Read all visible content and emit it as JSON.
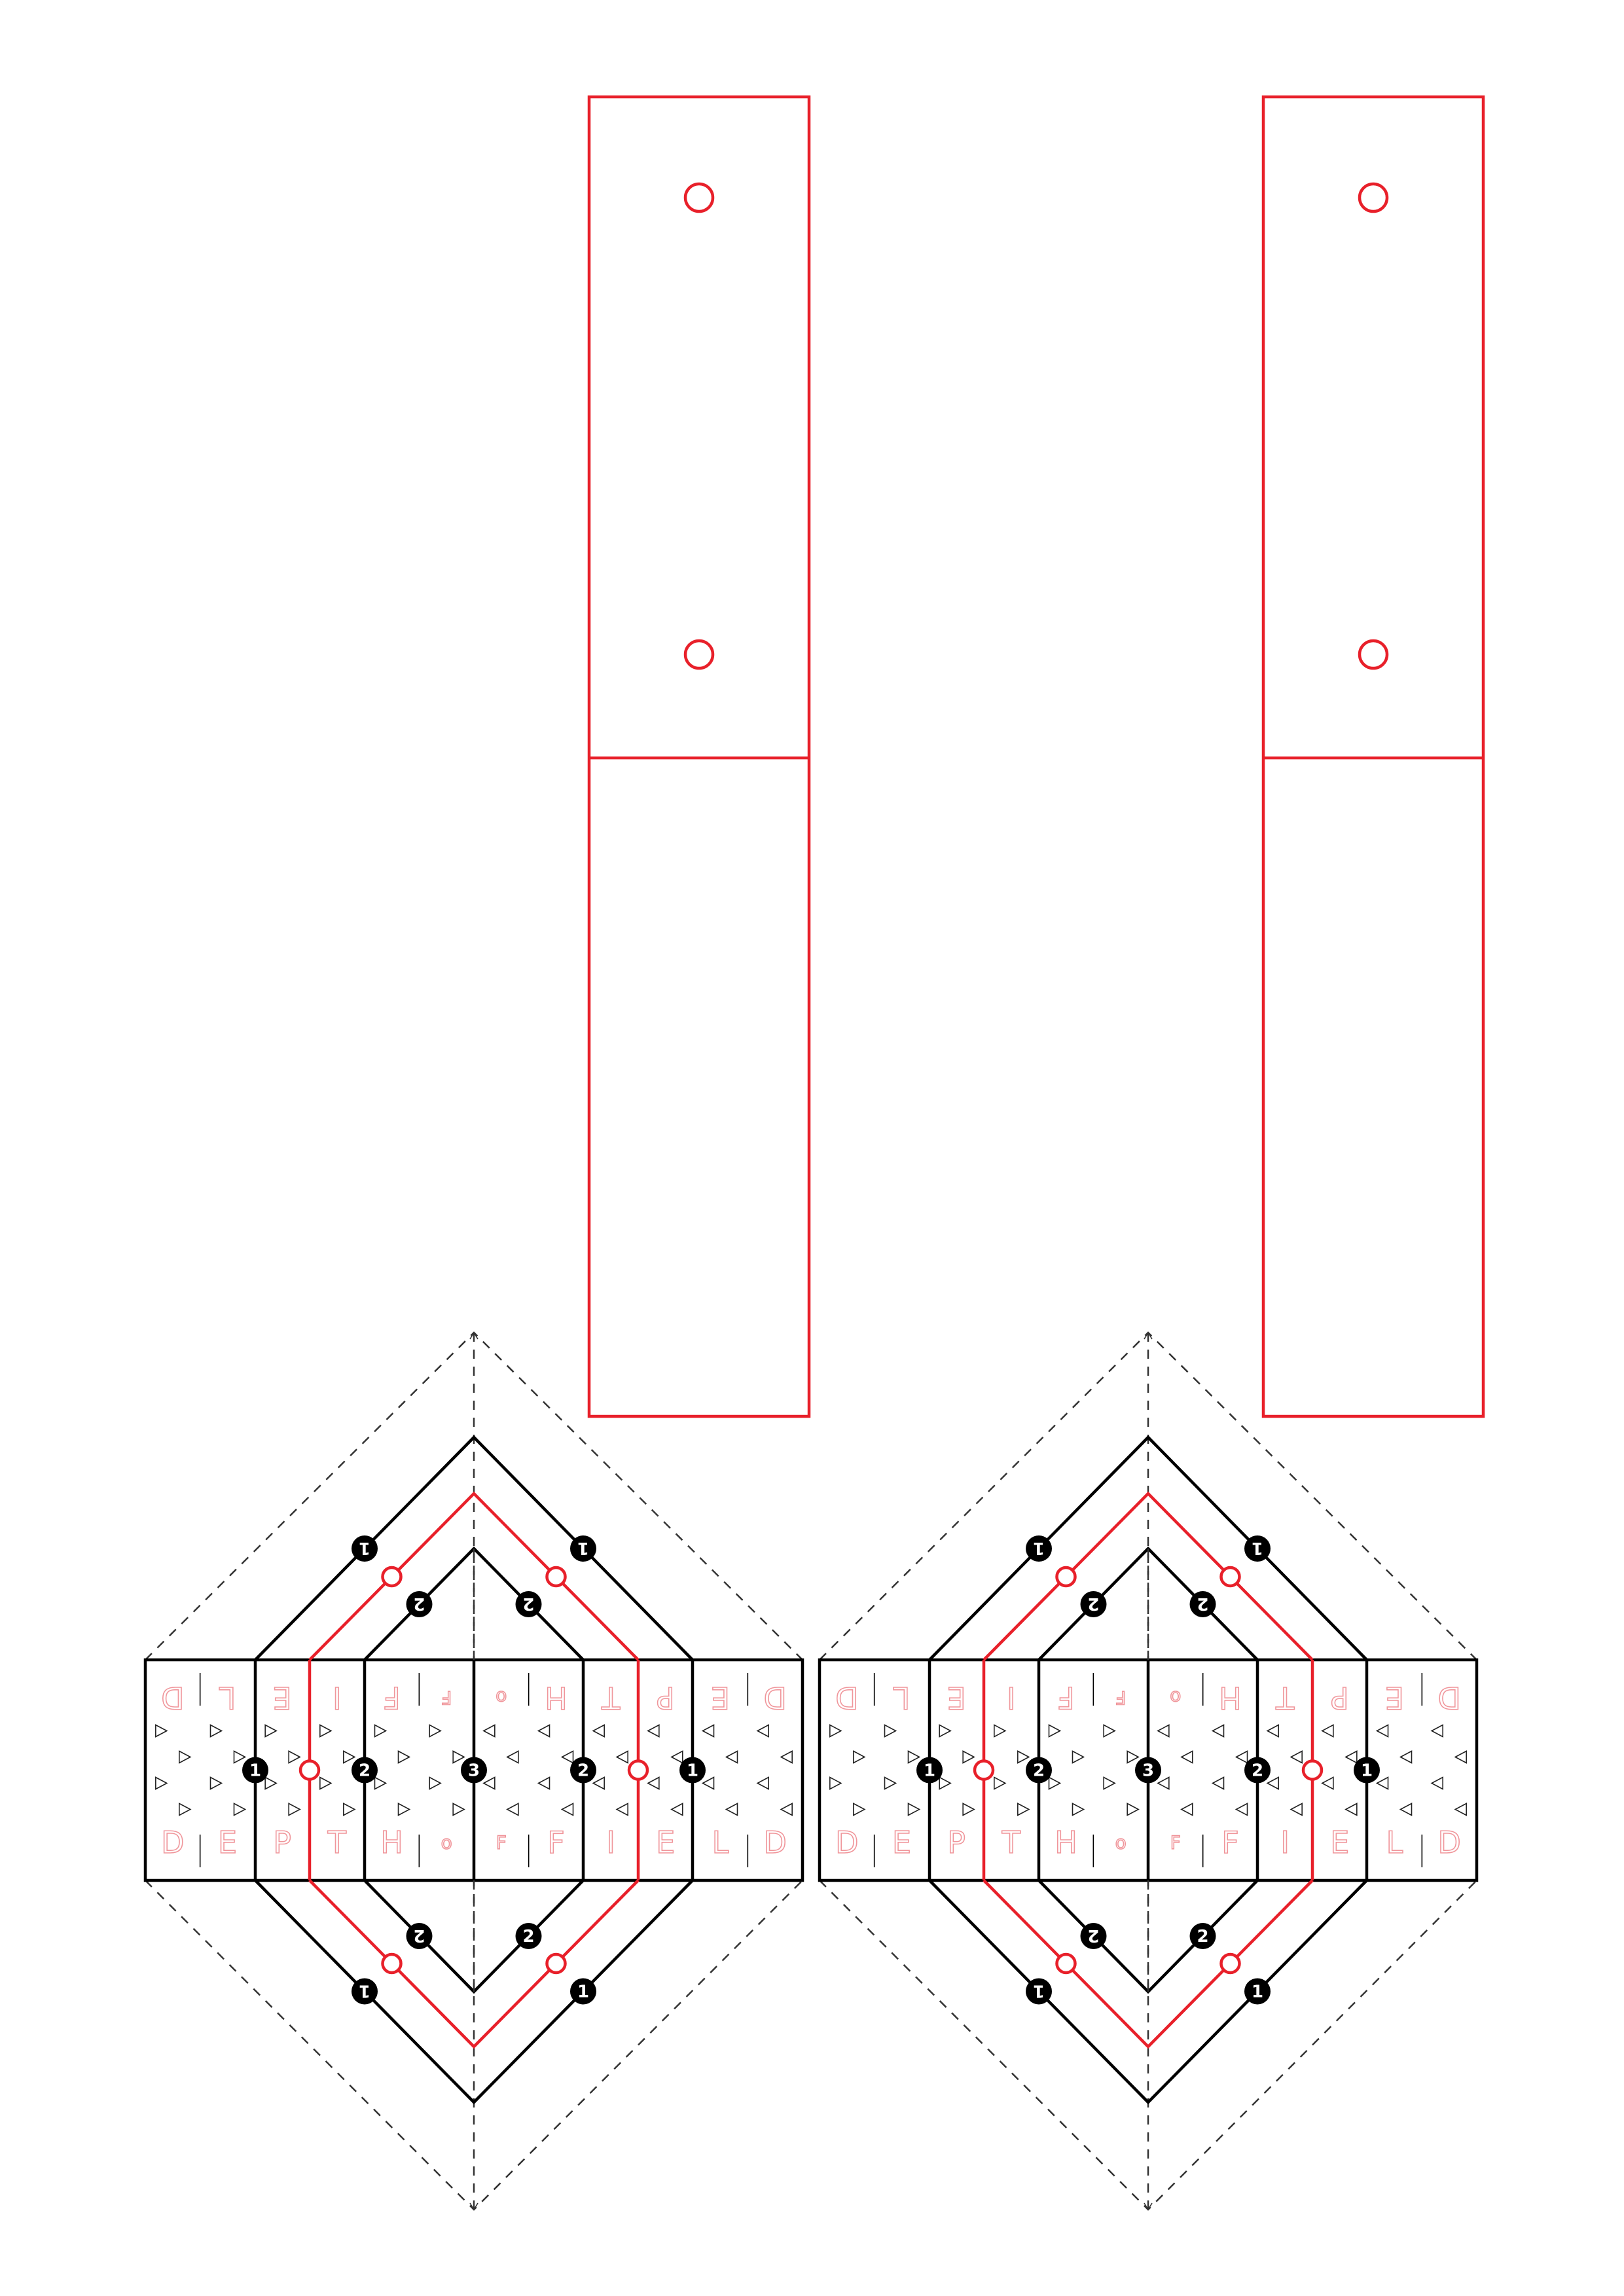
{
  "template": {
    "colors": {
      "cut": "#e8202a",
      "fold": "#000000",
      "guide": "#333333",
      "letter_outline": "#f0969b",
      "badge": "#000000"
    },
    "panels_count": 2,
    "panel_holes_per_panel": 2,
    "word_bottom": [
      "D",
      "E",
      "P",
      "T",
      "H",
      "o",
      "F",
      "F",
      "I",
      "E",
      "L",
      "D"
    ],
    "word_top_rotated": [
      "D",
      "L",
      "E",
      "I",
      "F",
      "F",
      "o",
      "H",
      "T",
      "P",
      "E",
      "D"
    ],
    "fold_order_labels": {
      "outer": "1",
      "inner": "2",
      "center": "3"
    },
    "icons": [
      "scissors-cut-line",
      "fold-line",
      "dashed-guide-line",
      "triangle-arrow-mark"
    ]
  }
}
